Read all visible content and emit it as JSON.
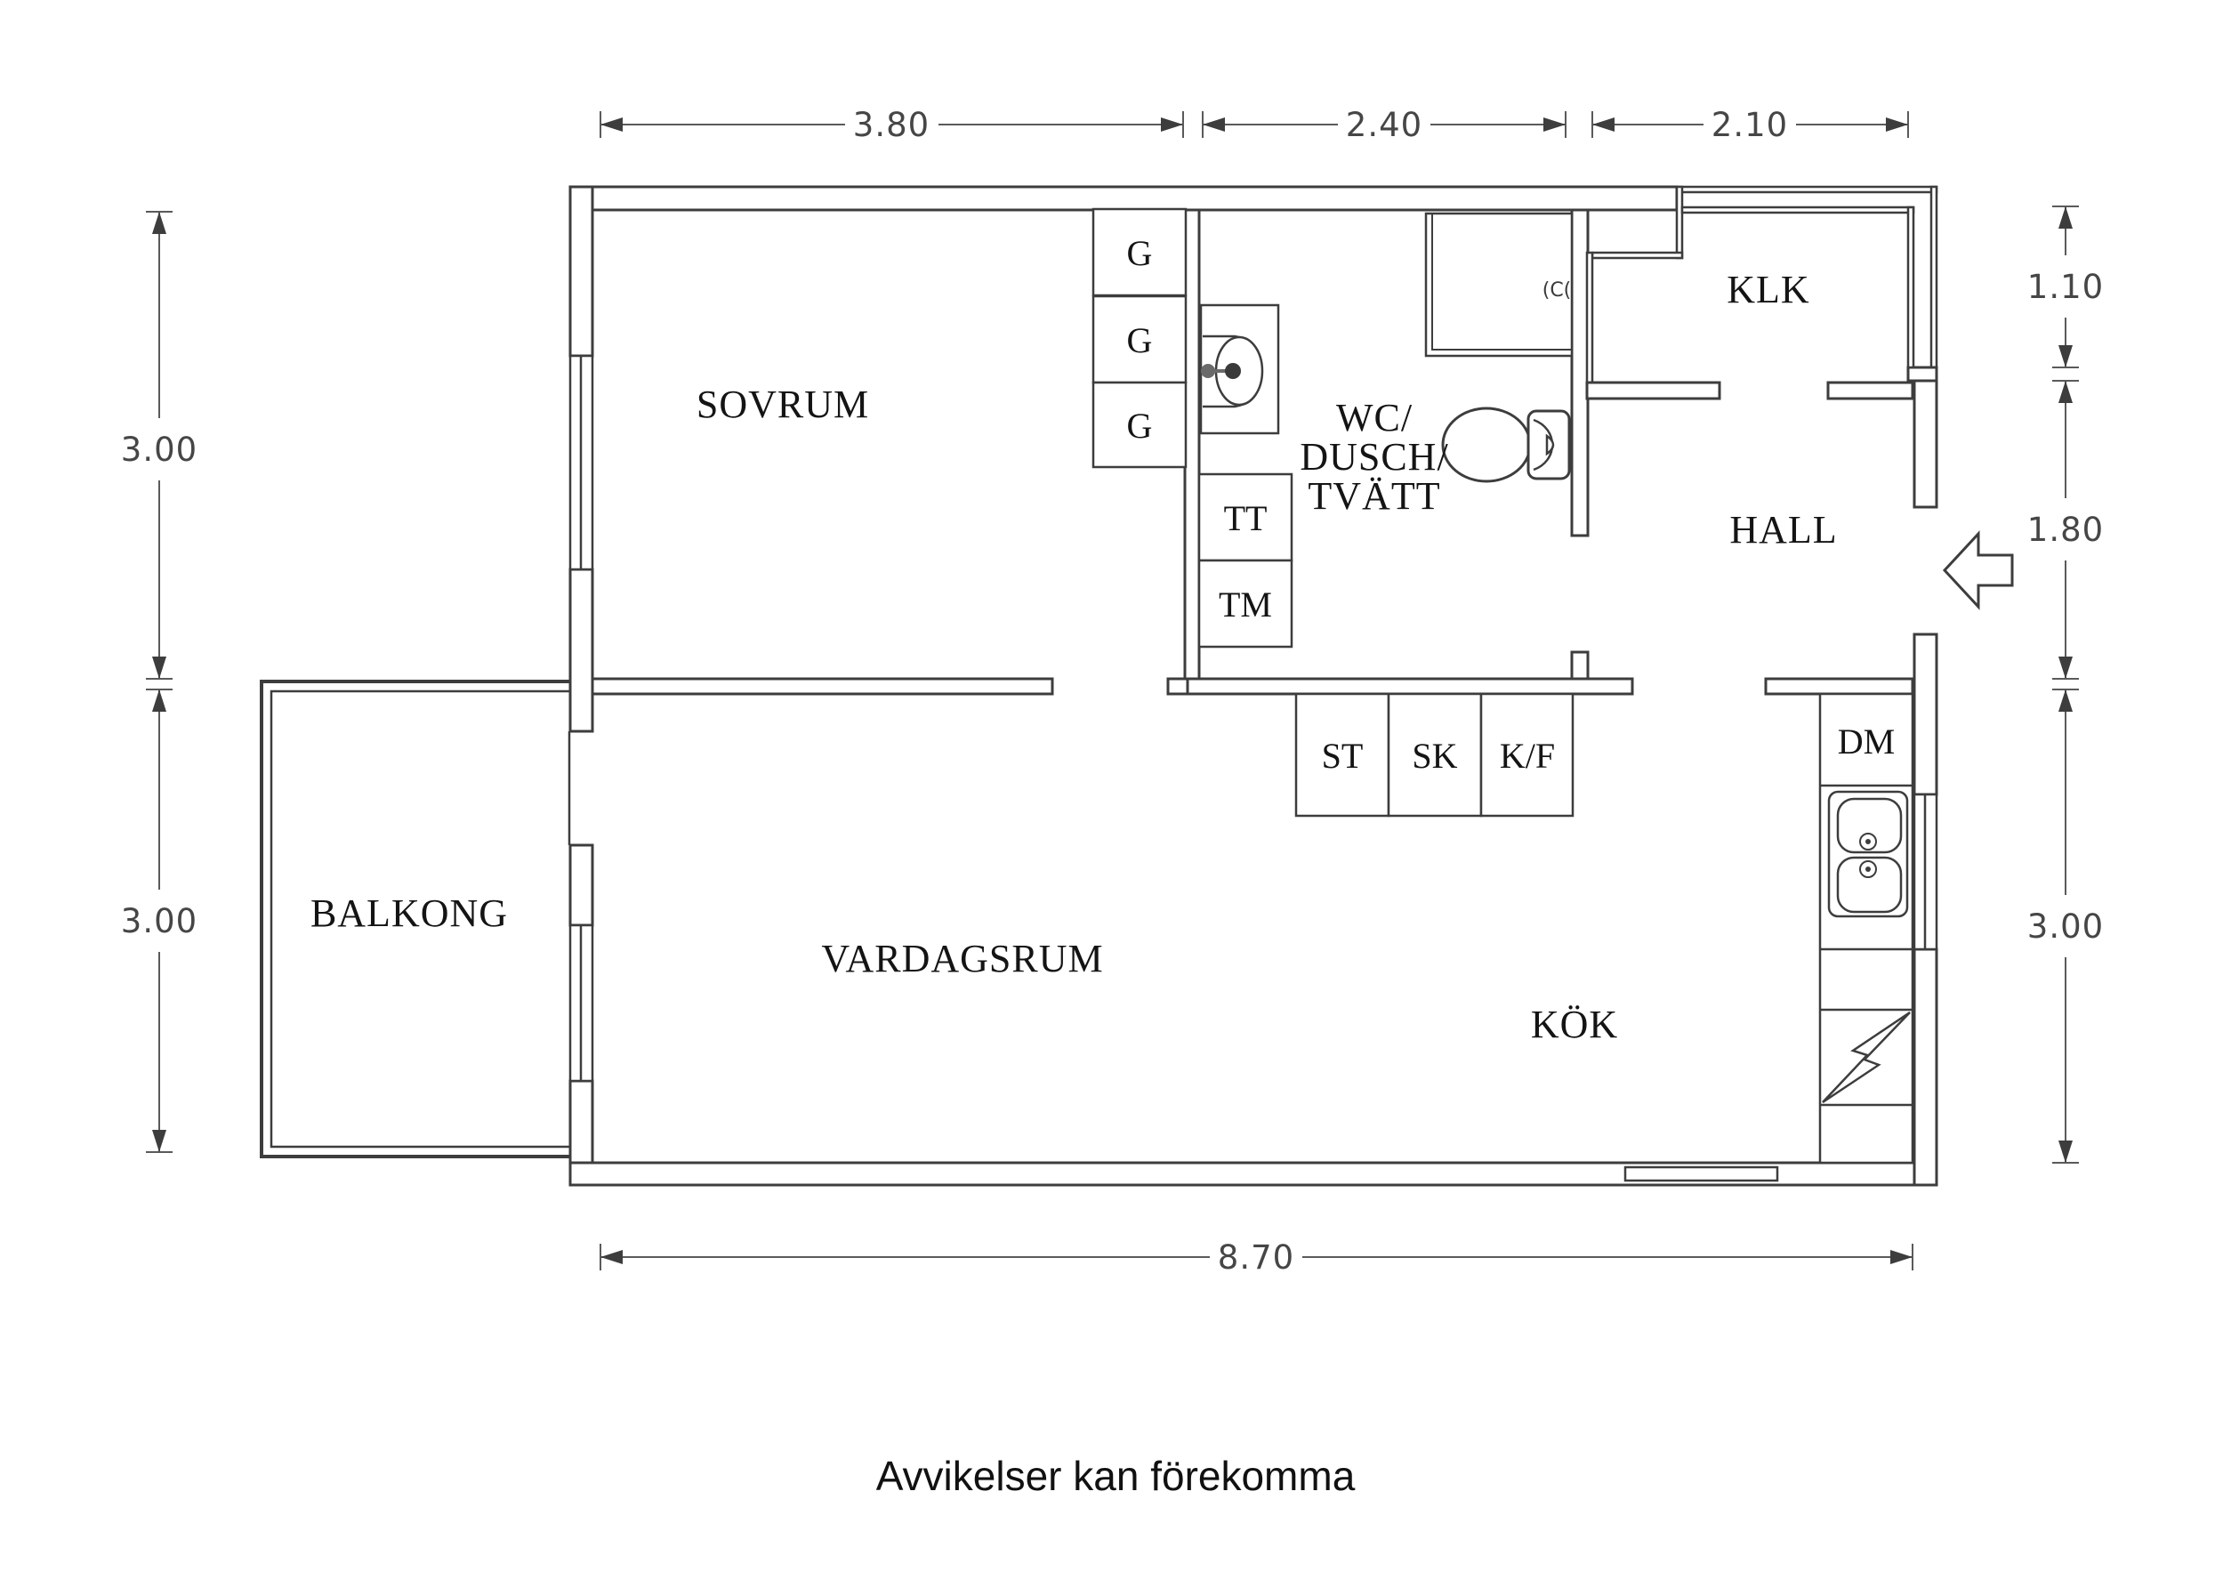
{
  "floorplan": {
    "rooms": {
      "sovrum": "SOVRUM",
      "vardagsrum": "VARDAGSRUM",
      "kok": "KÖK",
      "balkong": "BALKONG",
      "klk": "KLK",
      "hall": "HALL",
      "bathroom_lines": [
        "WC/",
        "DUSCH/",
        "TVÄTT"
      ]
    },
    "fixtures": {
      "wardrobe_labels": [
        "G",
        "G",
        "G"
      ],
      "towel_dryer": "TT",
      "washing_machine": "TM",
      "stove": "ST",
      "cabinet": "SK",
      "fridge_freezer": "K/F",
      "dishwasher": "DM",
      "shower_mark": "(C("
    },
    "dimensions": {
      "top": [
        "3.80",
        "2.40",
        "2.10"
      ],
      "bottom": [
        "8.70"
      ],
      "left": [
        "3.00",
        "3.00"
      ],
      "right": [
        "1.10",
        "1.80",
        "3.00"
      ]
    },
    "disclaimer": "Avvikelser kan förekomma",
    "colors": {
      "line": "#3d3d3d",
      "dim": "#464646",
      "text": "#141414",
      "bg": "#ffffff"
    }
  }
}
